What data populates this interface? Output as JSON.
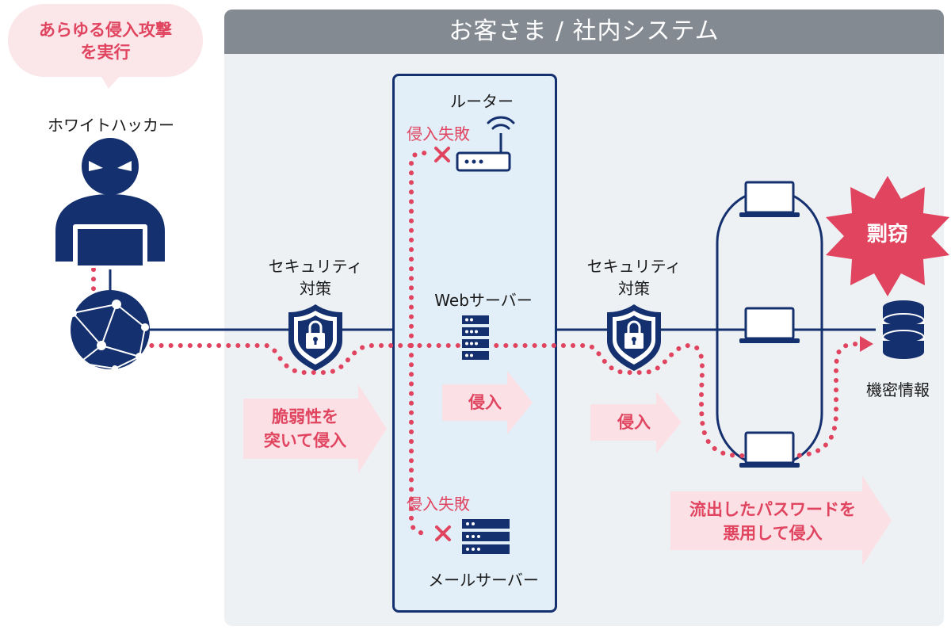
{
  "system": {
    "title": "お客さま / 社内システム"
  },
  "attacker": {
    "bubble_line1": "あらゆる侵入攻撃",
    "bubble_line2": "を実行",
    "label": "ホワイトハッカー"
  },
  "security1": {
    "line1": "セキュリティ",
    "line2": "対策"
  },
  "security2": {
    "line1": "セキュリティ",
    "line2": "対策"
  },
  "router": {
    "label": "ルーター",
    "fail": "侵入失敗"
  },
  "web_server": {
    "label": "Webサーバー"
  },
  "mail_server": {
    "label": "メールサーバー",
    "fail": "侵入失敗"
  },
  "database": {
    "label": "機密情報",
    "theft": "剽窃"
  },
  "steps": {
    "vuln_line1": "脆弱性を",
    "vuln_line2": "突いて侵入",
    "intrude1": "侵入",
    "intrude2": "侵入",
    "password_line1": "流出したパスワードを",
    "password_line2": "悪用して侵入"
  },
  "colors": {
    "navy": "#14306e",
    "pink": "#e0445f",
    "arrow_fill": "#fbe1e6",
    "panel": "#eef1f4",
    "header": "#838a92",
    "dmz": "#e2eff8"
  }
}
